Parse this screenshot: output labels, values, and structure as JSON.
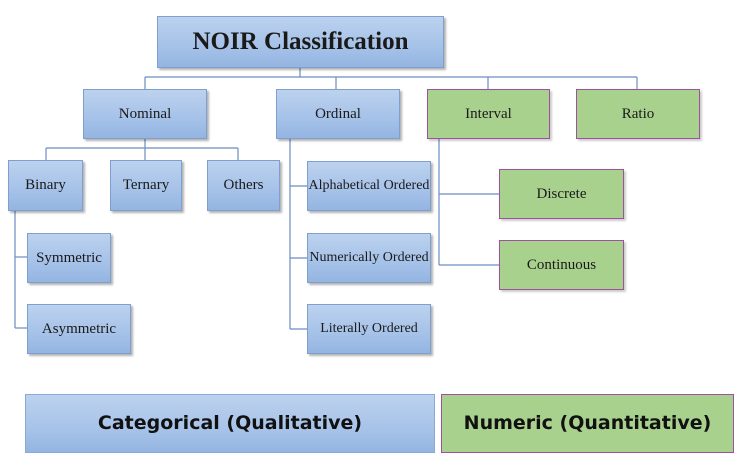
{
  "title": "NOIR Classification",
  "categories": {
    "nominal": "Nominal",
    "ordinal": "Ordinal",
    "interval": "Interval",
    "ratio": "Ratio"
  },
  "nominal_children": {
    "binary": "Binary",
    "ternary": "Ternary",
    "others": "Others"
  },
  "binary_children": {
    "symmetric": "Symmetric",
    "asymmetric": "Asymmetric"
  },
  "ordinal_children": {
    "alphabetical": "Alphabetical Ordered",
    "numerical": "Numerically Ordered",
    "literal": "Literally Ordered"
  },
  "interval_children": {
    "discrete": "Discrete",
    "continuous": "Continuous"
  },
  "legend": {
    "categorical": "Categorical (Qualitative)",
    "numeric": "Numeric (Quantitative)"
  },
  "colors": {
    "categorical_fill": "#a7c3e9",
    "numeric_fill": "#a9d18e",
    "numeric_border": "#a050a0",
    "connector": "#6c8ec0"
  }
}
